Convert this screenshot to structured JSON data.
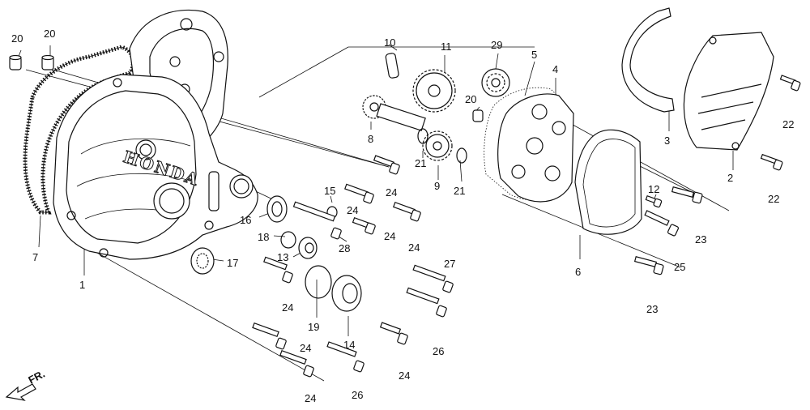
{
  "diagram": {
    "brand_logo_text": "HONDA",
    "direction_label": "FR.",
    "callouts": [
      {
        "id": "c1",
        "text": "1"
      },
      {
        "id": "c2",
        "text": "2"
      },
      {
        "id": "c3",
        "text": "3"
      },
      {
        "id": "c4",
        "text": "4"
      },
      {
        "id": "c5",
        "text": "5"
      },
      {
        "id": "c6",
        "text": "6"
      },
      {
        "id": "c7",
        "text": "7"
      },
      {
        "id": "c8",
        "text": "8"
      },
      {
        "id": "c9",
        "text": "9"
      },
      {
        "id": "c10",
        "text": "10"
      },
      {
        "id": "c11",
        "text": "11"
      },
      {
        "id": "c12",
        "text": "12"
      },
      {
        "id": "c13",
        "text": "13"
      },
      {
        "id": "c14",
        "text": "14"
      },
      {
        "id": "c15",
        "text": "15"
      },
      {
        "id": "c16",
        "text": "16"
      },
      {
        "id": "c17",
        "text": "17"
      },
      {
        "id": "c18",
        "text": "18"
      },
      {
        "id": "c19",
        "text": "19"
      },
      {
        "id": "c20a",
        "text": "20"
      },
      {
        "id": "c20b",
        "text": "20"
      },
      {
        "id": "c20c",
        "text": "20"
      },
      {
        "id": "c21a",
        "text": "21"
      },
      {
        "id": "c21b",
        "text": "21"
      },
      {
        "id": "c22a",
        "text": "22"
      },
      {
        "id": "c22b",
        "text": "22"
      },
      {
        "id": "c23a",
        "text": "23"
      },
      {
        "id": "c23b",
        "text": "23"
      },
      {
        "id": "c24a",
        "text": "24"
      },
      {
        "id": "c24b",
        "text": "24"
      },
      {
        "id": "c24c",
        "text": "24"
      },
      {
        "id": "c24d",
        "text": "24"
      },
      {
        "id": "c24e",
        "text": "24"
      },
      {
        "id": "c24f",
        "text": "24"
      },
      {
        "id": "c24g",
        "text": "24"
      },
      {
        "id": "c24h",
        "text": "24"
      },
      {
        "id": "c25",
        "text": "25"
      },
      {
        "id": "c26a",
        "text": "26"
      },
      {
        "id": "c26b",
        "text": "26"
      },
      {
        "id": "c27",
        "text": "27"
      },
      {
        "id": "c28",
        "text": "28"
      },
      {
        "id": "c29",
        "text": "29"
      }
    ]
  }
}
